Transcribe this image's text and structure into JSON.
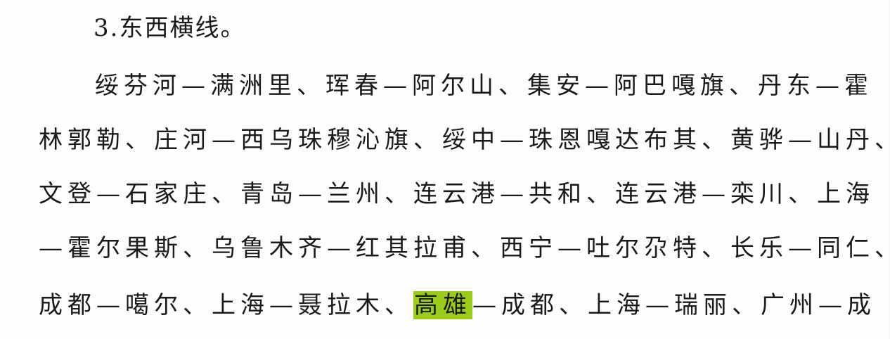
{
  "document": {
    "heading": "3.东西横线。",
    "lines": [
      "绥芬河—满洲里、珲春—阿尔山、集安—阿巴嘎旗、丹东—霍",
      "林郭勒、庄河—西乌珠穆沁旗、绥中—珠恩嘎达布其、黄骅—山丹、",
      "文登—石家庄、青岛—兰州、连云港—共和、连云港—栾川、上海",
      "—霍尔果斯、乌鲁木齐—红其拉甫、西宁—吐尔尕特、长乐—同仁、"
    ],
    "last_line": {
      "before_highlight": "成都—噶尔、上海—聂拉木、",
      "highlight": "高雄",
      "after_highlight": "—成都、上海—瑞丽、广州—成"
    },
    "highlight_color": "#9ccc1a"
  }
}
